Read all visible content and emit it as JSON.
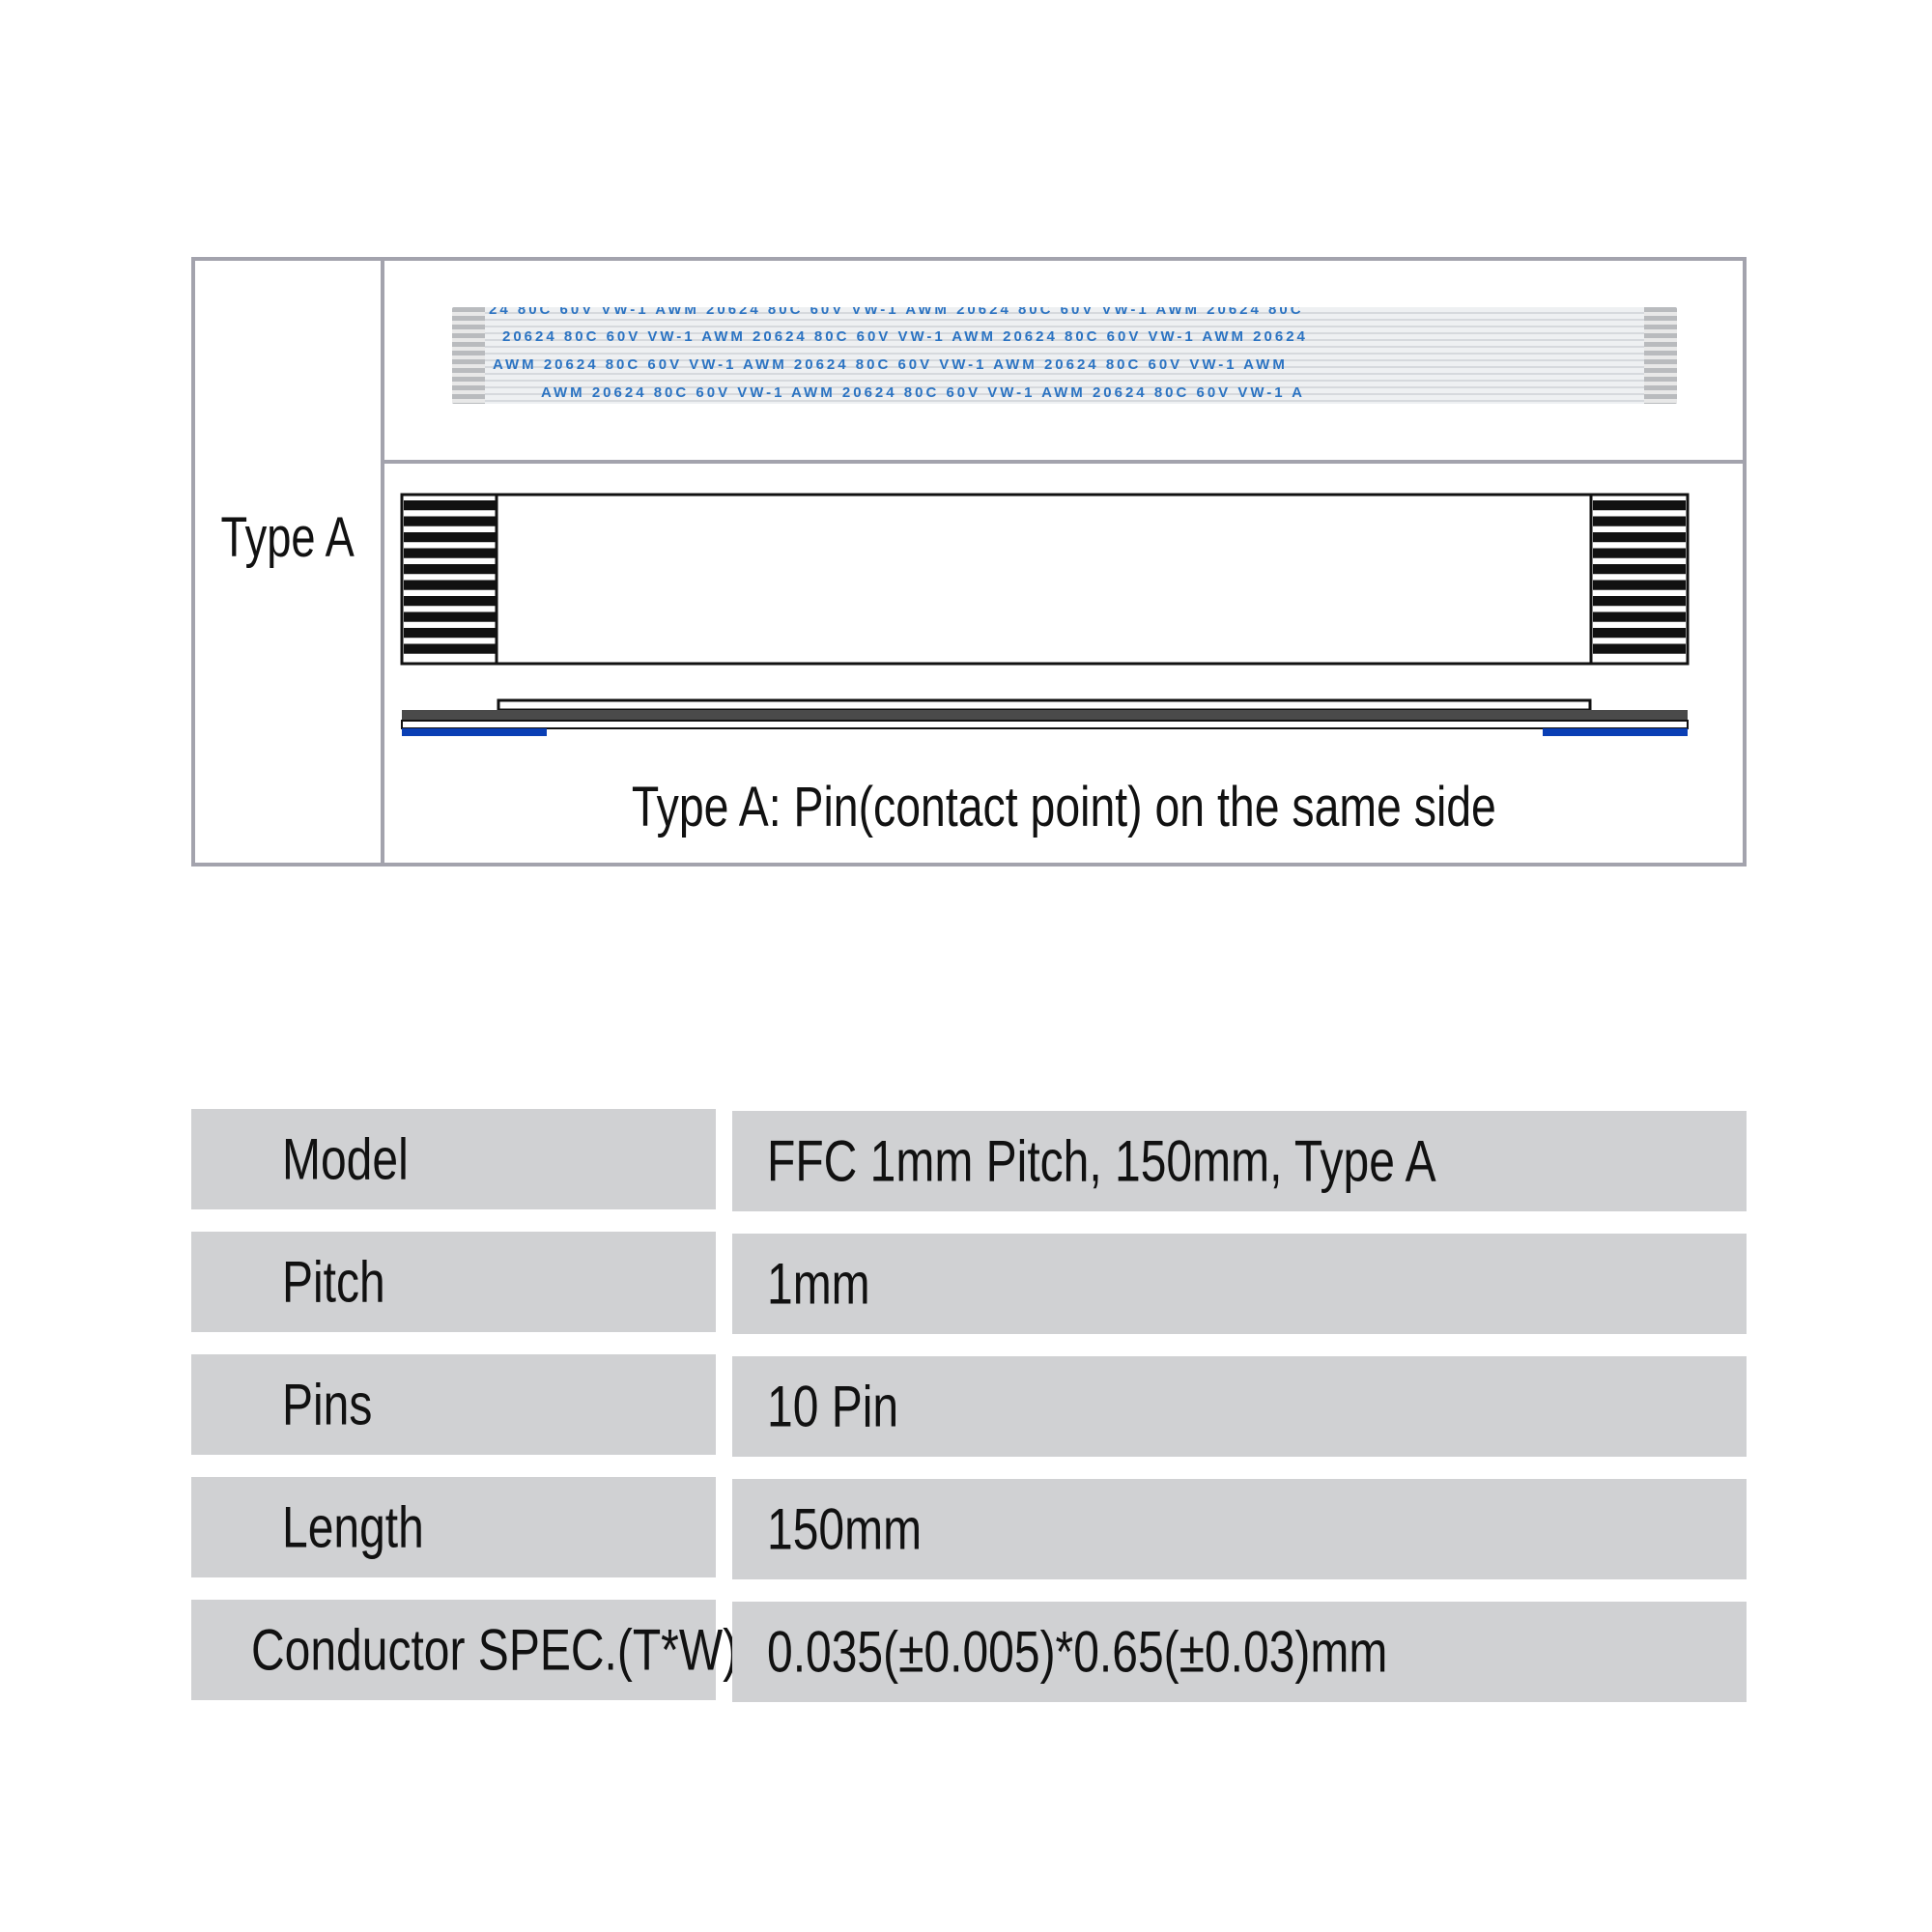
{
  "diagram": {
    "type_label": "Type A",
    "caption": "Type A: Pin(contact point) on the same side",
    "cable_print": [
      "24 80C 60V VW-1          AWM 20624 80C 60V VW-1          AWM 20624 80C 60V VW-1          AWM 20624 80C",
      "20624 80C 60V VW-1          AWM 20624 80C 60V VW-1          AWM 20624 80C 60V VW-1          AWM 20624",
      "AWM 20624 80C 60V VW-1          AWM 20624 80C 60V VW-1          AWM 20624 80C 60V VW-1          AWM",
      "AWM 20624 80C 60V VW-1          AWM 20624 80C 60V VW-1          AWM 20624 80C 60V VW-1          A"
    ],
    "colors": {
      "frame": "#a3a3ad",
      "contact": "#111111",
      "stiffener": "#0a3fb5",
      "print": "#2b73c2"
    },
    "pin_count": 10
  },
  "specs": [
    {
      "label": "Model",
      "value": "FFC 1mm Pitch, 150mm, Type A"
    },
    {
      "label": "Pitch",
      "value": "1mm"
    },
    {
      "label": "Pins",
      "value": "10 Pin"
    },
    {
      "label": "Length",
      "value": "150mm"
    },
    {
      "label": "Conductor SPEC.(T*W)",
      "value": "0.035(±0.005)*0.65(±0.03)mm"
    }
  ]
}
